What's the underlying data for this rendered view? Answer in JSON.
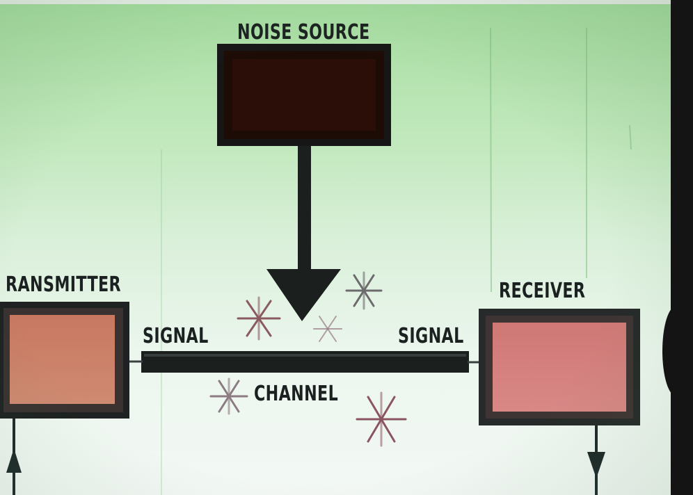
{
  "diagram": {
    "noise_source_label": "NOISE SOURCE",
    "transmitter_label": "RANSMITTER",
    "receiver_label": "RECEIVER",
    "signal_left_label": "SIGNAL",
    "signal_right_label": "SIGNAL",
    "channel_label": "CHANNEL"
  },
  "colors": {
    "background_top": "#a6dda0",
    "background_bottom": "#f3f8f5",
    "line": "#1b1f1e",
    "noise_box": "#1d0b06",
    "transmitter_box": "#c87860",
    "receiver_box": "#d0807e",
    "noise_star": "#8a5a60"
  },
  "icons": {
    "noise_marks": "asterisk-star",
    "flow_arrows": "arrow-head"
  }
}
